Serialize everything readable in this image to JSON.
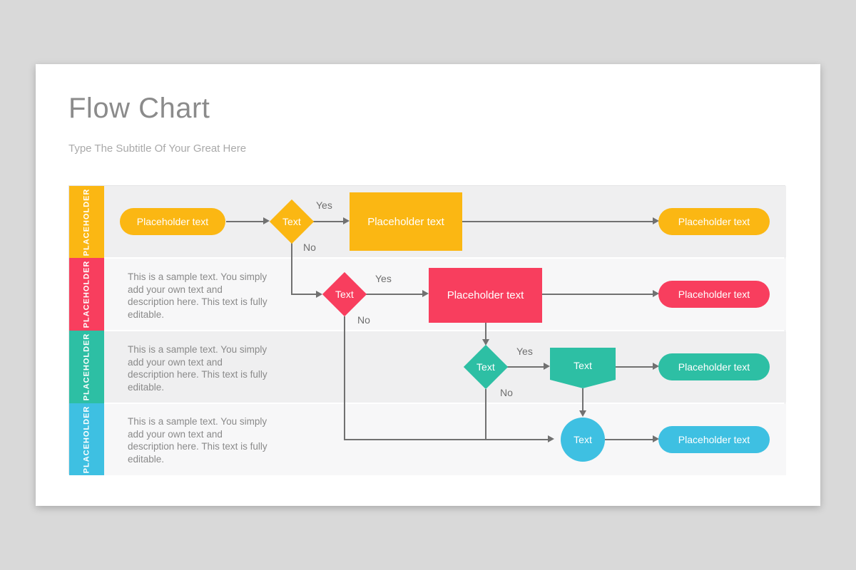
{
  "page": {
    "title": "Flow Chart",
    "subtitle": "Type The Subtitle Of Your Great Here"
  },
  "colors": {
    "lane1_accent": "#FBB713",
    "lane2_accent": "#F83E5E",
    "lane3_accent": "#2DBFA4",
    "lane4_accent": "#3EC0E2",
    "connector": "#717171",
    "lane_bg_odd": "#EFEFF0",
    "lane_bg_even": "#F7F7F8",
    "page_background": "#D9D9D9"
  },
  "diagram": {
    "lanes": [
      {
        "tab": "PLACEHOLDER",
        "start": "Placeholder text",
        "decision": "Text",
        "yes": "Yes",
        "no": "No",
        "process": "Placeholder text",
        "end": "Placeholder text"
      },
      {
        "tab": "PLACEHOLDER",
        "sample_text": "This is a sample text. You simply add your own text and description here. This text is fully editable.",
        "decision": "Text",
        "yes": "Yes",
        "no": "No",
        "process": "Placeholder text",
        "end": "Placeholder text"
      },
      {
        "tab": "PLACEHOLDER",
        "sample_text": "This is a sample text. You simply add your own text and description here. This text is fully editable.",
        "decision": "Text",
        "yes": "Yes",
        "no": "No",
        "banner": "Text",
        "end": "Placeholder text"
      },
      {
        "tab": "PLACEHOLDER",
        "sample_text": "This is a sample text. You simply add your own text and description here. This text is fully editable.",
        "terminal": "Text",
        "end": "Placeholder text"
      }
    ]
  }
}
